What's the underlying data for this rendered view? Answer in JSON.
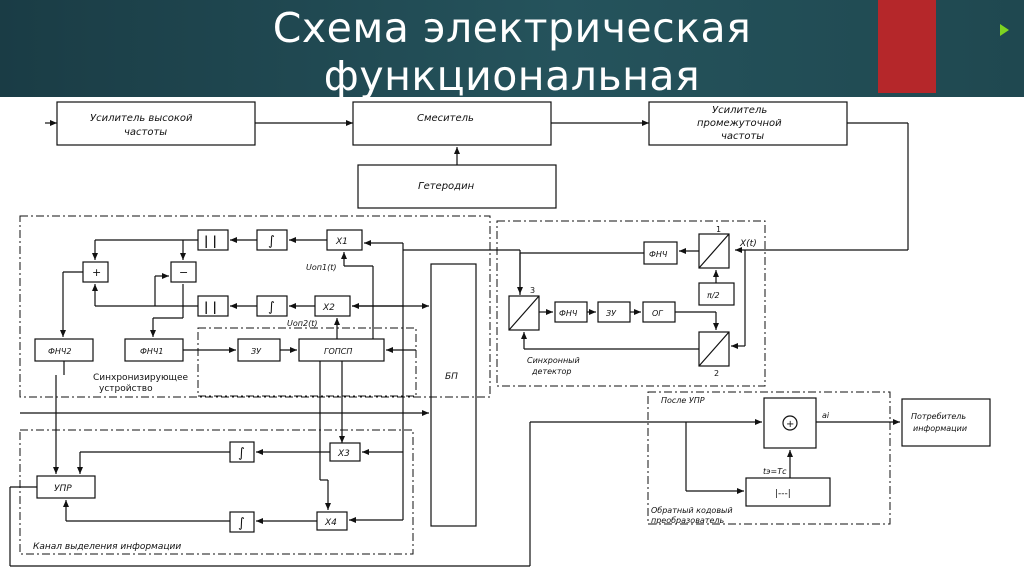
{
  "slide": {
    "title_line1": "Схема электрическая",
    "title_line2": "функциональная",
    "accent_color": "#b5272a",
    "header_color": "#1f4850",
    "nav_icon": "triangle-arrow-icon"
  },
  "blocks": {
    "rf_amp_l1": "Усилитель высокой",
    "rf_amp_l2": "частоты",
    "mixer": "Смеситель",
    "if_amp_l1": "Усилитель",
    "if_amp_l2": "промежуточной",
    "if_amp_l3": "частоты",
    "heterodyne": "Гетеродин",
    "abs1": "| |",
    "abs2": "| |",
    "integ1": "∫",
    "integ2": "∫",
    "integ3": "∫",
    "integ4": "∫",
    "mult1": "X1",
    "mult2": "X2",
    "mult3": "X3",
    "mult4": "X4",
    "sum_plus": "+",
    "sum_minus": "−",
    "fnch2": "ФНЧ2",
    "fnch1": "ФНЧ1",
    "zu_left": "ЗУ",
    "gopsp": "ГОПСП",
    "bp": "БП",
    "upr": "УПР",
    "fnch_top": "ФНЧ",
    "fnch_mid": "ФНЧ",
    "zu_right": "ЗУ",
    "og": "ОГ",
    "pi2": "π/2",
    "sum_circle": "+",
    "code_conv": "|---|",
    "consumer_l1": "Потребитель",
    "consumer_l2": "информации"
  },
  "labels": {
    "uop1": "Uоп1(t)",
    "uop2": "Uоп2(t)",
    "sync_dev_l1": "Синхронизирующее",
    "sync_dev_l2": "устройство",
    "info_channel": "Канал выделения информации",
    "sync_det_l1": "Синхронный",
    "sync_det_l2": "детектор",
    "xt": "X(t)",
    "num1": "1",
    "num2": "2",
    "num3": "3",
    "after_upr": "После УПР",
    "ai": "ai",
    "te_tc": "tэ=Tс",
    "feedback_l1": "Обратный кодовый",
    "feedback_l2": "преобразователь"
  }
}
